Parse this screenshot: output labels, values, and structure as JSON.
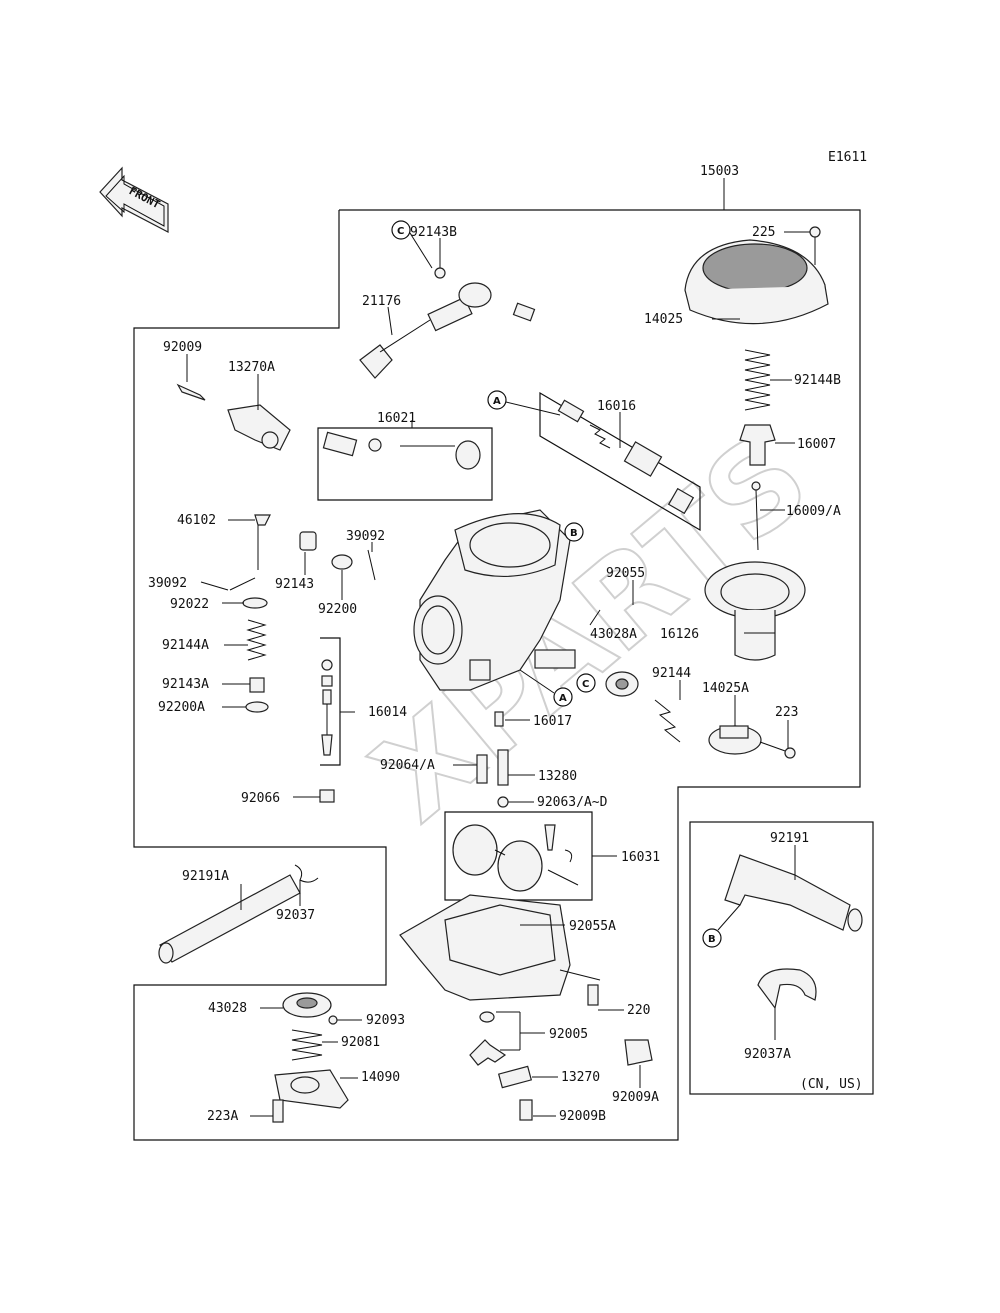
{
  "diagram_code": "E1611",
  "front_label": "FRONT",
  "watermark": "XPARTS",
  "assembly_number": "15003",
  "region_note": "(CN, US)",
  "markers": {
    "a": "A",
    "b": "B",
    "c": "C"
  },
  "parts": {
    "p225": "225",
    "p92143b": "92143B",
    "p14025": "14025",
    "p21176": "21176",
    "p92144b": "92144B",
    "p92009": "92009",
    "p13270a": "13270A",
    "p16016": "16016",
    "p16007": "16007",
    "p16021": "16021",
    "p16009a": "16009/A",
    "p46102": "46102",
    "p39092_top": "39092",
    "p92143": "92143",
    "p39092_left": "39092",
    "p92200": "92200",
    "p92022": "92022",
    "p92055": "92055",
    "p43028a": "43028A",
    "p16126": "16126",
    "p92144a": "92144A",
    "p92143a": "92143A",
    "p92200a": "92200A",
    "p16014": "16014",
    "p92144": "92144",
    "p14025a": "14025A",
    "p223": "223",
    "p16017": "16017",
    "p92064a": "92064/A",
    "p13280": "13280",
    "p92066": "92066",
    "p92063ad": "92063/A~D",
    "p16031": "16031",
    "p92191": "92191",
    "p92191a": "92191A",
    "p92037": "92037",
    "p92055a": "92055A",
    "p43028": "43028",
    "p92093": "92093",
    "p220": "220",
    "p92005": "92005",
    "p92081": "92081",
    "p14090": "14090",
    "p13270": "13270",
    "p92009a": "92009A",
    "p92037a": "92037A",
    "p223a": "223A",
    "p92009b": "92009B"
  }
}
